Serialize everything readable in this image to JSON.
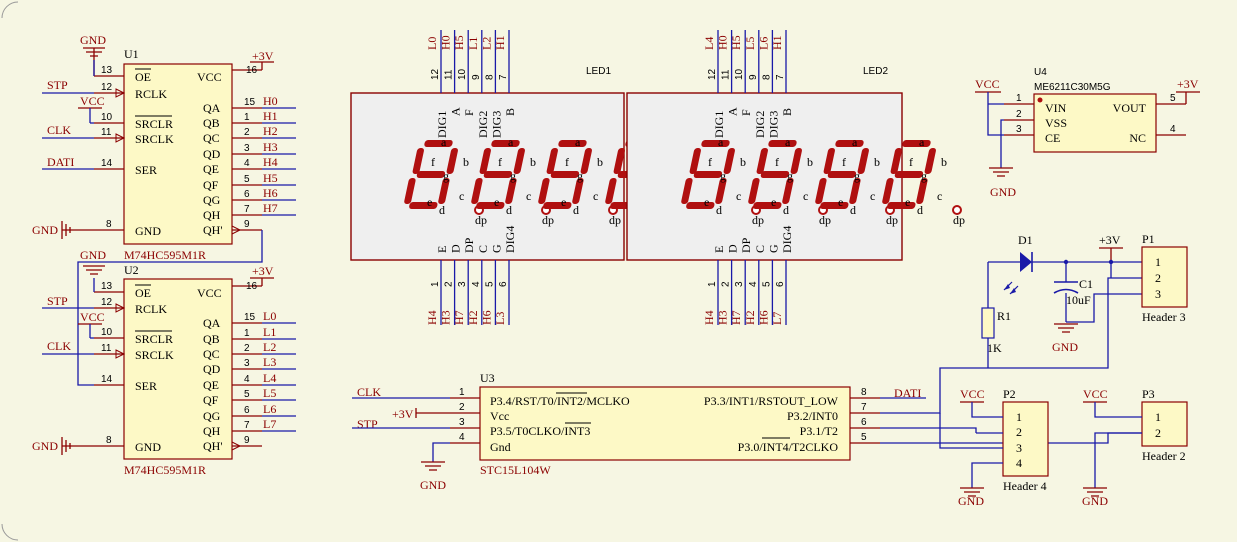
{
  "u1": {
    "ref": "U1",
    "part": "M74HC595M1R",
    "left_pins": [
      {
        "num": "13",
        "name": "OE",
        "net": "GND",
        "over": true
      },
      {
        "num": "12",
        "name": "RCLK",
        "net": "STP"
      },
      {
        "num": "10",
        "name": "SRCLR",
        "net": "VCC",
        "over": true
      },
      {
        "num": "11",
        "name": "SRCLK",
        "net": "CLK"
      },
      {
        "num": "14",
        "name": "SER",
        "net": "DATI"
      },
      {
        "num": "8",
        "name": "GND",
        "net": "GND"
      }
    ],
    "right_pins": [
      {
        "num": "16",
        "name": "VCC",
        "net": "+3V"
      },
      {
        "num": "15",
        "name": "QA",
        "net": "H0"
      },
      {
        "num": "1",
        "name": "QB",
        "net": "H1"
      },
      {
        "num": "2",
        "name": "QC",
        "net": "H2"
      },
      {
        "num": "3",
        "name": "QD",
        "net": "H3"
      },
      {
        "num": "4",
        "name": "QE",
        "net": "H4"
      },
      {
        "num": "5",
        "name": "QF",
        "net": "H5"
      },
      {
        "num": "6",
        "name": "QG",
        "net": "H6"
      },
      {
        "num": "7",
        "name": "QH",
        "net": "H7"
      },
      {
        "num": "9",
        "name": "QH'",
        "net": ""
      }
    ]
  },
  "u2": {
    "ref": "U2",
    "part": "M74HC595M1R",
    "left_pins": [
      {
        "num": "13",
        "name": "OE",
        "net": "GND",
        "over": true
      },
      {
        "num": "12",
        "name": "RCLK",
        "net": "STP"
      },
      {
        "num": "10",
        "name": "SRCLR",
        "net": "VCC",
        "over": true
      },
      {
        "num": "11",
        "name": "SRCLK",
        "net": "CLK"
      },
      {
        "num": "14",
        "name": "SER",
        "net": ""
      },
      {
        "num": "8",
        "name": "GND",
        "net": "GND"
      }
    ],
    "right_pins": [
      {
        "num": "16",
        "name": "VCC",
        "net": "+3V"
      },
      {
        "num": "15",
        "name": "QA",
        "net": "L0"
      },
      {
        "num": "1",
        "name": "QB",
        "net": "L1"
      },
      {
        "num": "2",
        "name": "QC",
        "net": "L2"
      },
      {
        "num": "3",
        "name": "QD",
        "net": "L3"
      },
      {
        "num": "4",
        "name": "QE",
        "net": "L4"
      },
      {
        "num": "5",
        "name": "QF",
        "net": "L5"
      },
      {
        "num": "6",
        "name": "QG",
        "net": "L6"
      },
      {
        "num": "7",
        "name": "QH",
        "net": "L7"
      },
      {
        "num": "9",
        "name": "QH'",
        "net": ""
      }
    ]
  },
  "led1": {
    "ref": "LED1",
    "top_nets": [
      "L0",
      "H0",
      "H5",
      "L1",
      "L2",
      "H1"
    ],
    "top_nums": [
      "12",
      "11",
      "10",
      "9",
      "8",
      "7"
    ],
    "top_names": [
      "DIG1",
      "A",
      "F",
      "DIG2",
      "DIG3",
      "B"
    ],
    "bottom_nets": [
      "H4",
      "H3",
      "H7",
      "H2",
      "H6",
      "L3"
    ],
    "bottom_nums": [
      "1",
      "2",
      "3",
      "4",
      "5",
      "6"
    ],
    "bottom_names": [
      "E",
      "D",
      "DP",
      "C",
      "G",
      "DIG4"
    ],
    "seg_labels": {
      "a": "a",
      "b": "b",
      "c": "c",
      "d": "d",
      "e": "e",
      "f": "f",
      "g": "g",
      "dp": "dp"
    }
  },
  "led2": {
    "ref": "LED2",
    "top_nets": [
      "L4",
      "H0",
      "H5",
      "L5",
      "L6",
      "H1"
    ],
    "top_nums": [
      "12",
      "11",
      "10",
      "9",
      "8",
      "7"
    ],
    "top_names": [
      "DIG1",
      "A",
      "F",
      "DIG2",
      "DIG3",
      "B"
    ],
    "bottom_nets": [
      "H4",
      "H3",
      "H7",
      "H2",
      "H6",
      "L7"
    ],
    "bottom_nums": [
      "1",
      "2",
      "3",
      "4",
      "5",
      "6"
    ],
    "bottom_names": [
      "E",
      "D",
      "DP",
      "C",
      "G",
      "DIG4"
    ]
  },
  "u3": {
    "ref": "U3",
    "part": "STC15L104W",
    "left_pins": [
      {
        "num": "1",
        "name": "P3.4/RST/T0/INT2/MCLKO",
        "net": "CLK"
      },
      {
        "num": "2",
        "name": "Vcc",
        "net": "+3V"
      },
      {
        "num": "3",
        "name": "P3.5/T0CLKO/INT3",
        "net": "STP"
      },
      {
        "num": "4",
        "name": "Gnd",
        "net": "GND"
      }
    ],
    "right_pins": [
      {
        "num": "8",
        "name": "P3.3/INT1/RSTOUT_LOW",
        "net": "DATI"
      },
      {
        "num": "7",
        "name": "P3.2/INT0",
        "net": ""
      },
      {
        "num": "6",
        "name": "P3.1/T2",
        "net": ""
      },
      {
        "num": "5",
        "name": "P3.0/INT4/T2CLKO",
        "net": ""
      }
    ]
  },
  "u4": {
    "ref": "U4",
    "part": "ME6211C30M5G",
    "pins": [
      {
        "num": "1",
        "name": "VIN"
      },
      {
        "num": "2",
        "name": "VSS"
      },
      {
        "num": "3",
        "name": "CE"
      },
      {
        "num": "5",
        "name": "VOUT"
      },
      {
        "num": "4",
        "name": "NC"
      }
    ],
    "vcc": "VCC",
    "gnd": "GND",
    "out": "+3V"
  },
  "power": {
    "vcc": "VCC",
    "gnd": "GND",
    "p3v": "+3V"
  },
  "d1": {
    "ref": "D1"
  },
  "r1": {
    "ref": "R1",
    "value": "1K"
  },
  "c1": {
    "ref": "C1",
    "value": "10uF"
  },
  "p1": {
    "ref": "P1",
    "part": "Header 3",
    "pins": [
      "1",
      "2",
      "3"
    ]
  },
  "p2": {
    "ref": "P2",
    "part": "Header 4",
    "pins": [
      "1",
      "2",
      "3",
      "4"
    ]
  },
  "p3": {
    "ref": "P3",
    "part": "Header 2",
    "pins": [
      "1",
      "2"
    ]
  }
}
